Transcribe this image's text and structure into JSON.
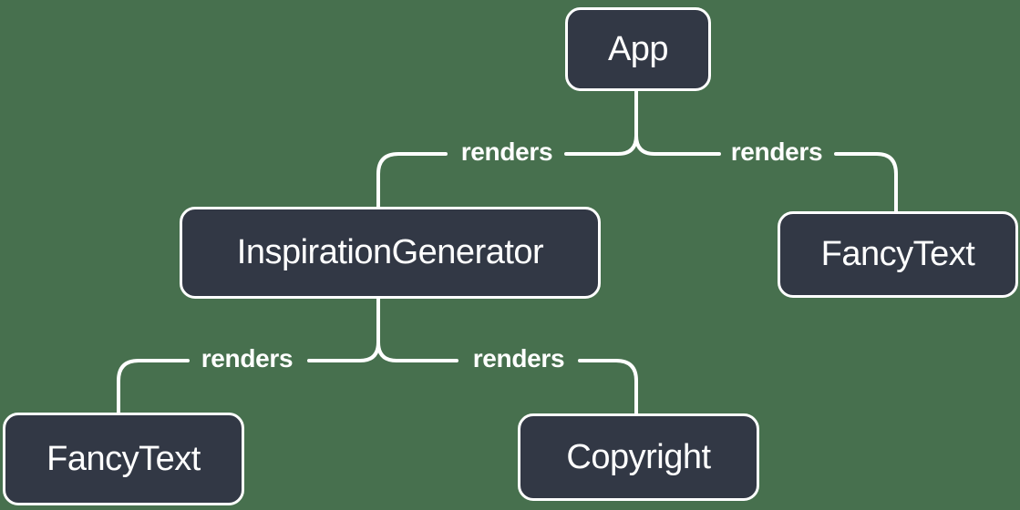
{
  "colors": {
    "background": "#47704e",
    "node_fill": "#323845",
    "node_border": "#ffffff",
    "line": "#ffffff",
    "text": "#ffffff"
  },
  "nodes": [
    {
      "id": "app",
      "label": "App"
    },
    {
      "id": "inspiration-generator",
      "label": "InspirationGenerator"
    },
    {
      "id": "fancy-text-top-right",
      "label": "FancyText"
    },
    {
      "id": "fancy-text-bottom-left",
      "label": "FancyText"
    },
    {
      "id": "copyright",
      "label": "Copyright"
    }
  ],
  "edges": [
    {
      "from": "App",
      "to": "InspirationGenerator",
      "label": "renders"
    },
    {
      "from": "App",
      "to": "FancyText",
      "label": "renders"
    },
    {
      "from": "InspirationGenerator",
      "to": "FancyText",
      "label": "renders"
    },
    {
      "from": "InspirationGenerator",
      "to": "Copyright",
      "label": "renders"
    }
  ]
}
